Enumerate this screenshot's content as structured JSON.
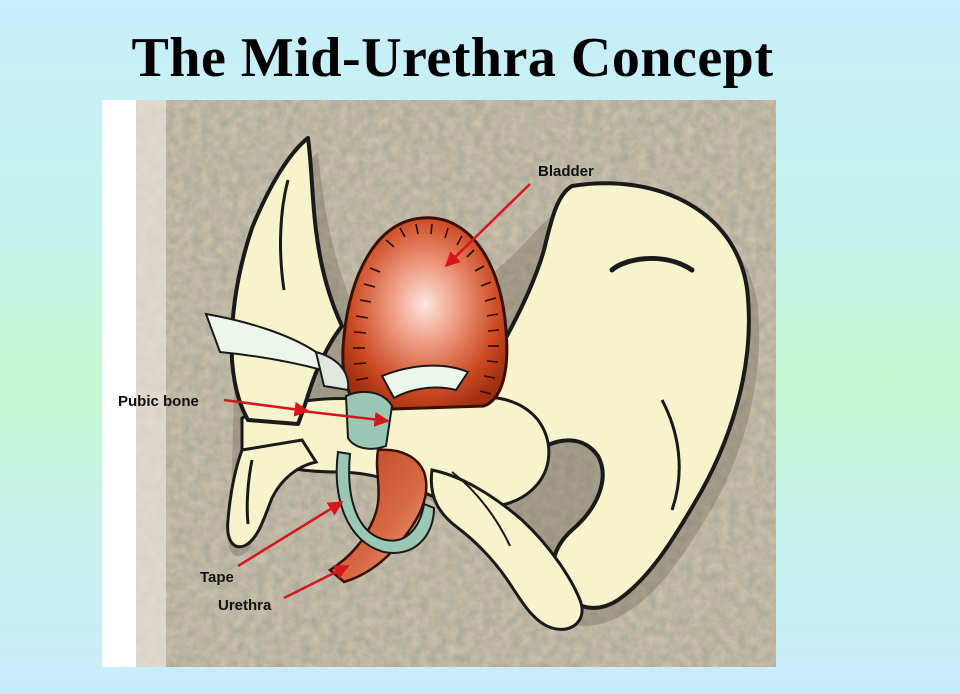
{
  "slide": {
    "title": "The Mid-Urethra Concept"
  },
  "figure": {
    "labels": {
      "bladder": "Bladder",
      "pubic_bone": "Pubic bone",
      "tape": "Tape",
      "urethra": "Urethra"
    },
    "colors": {
      "bone": "#f7f3cc",
      "bladder": "#c8401c",
      "tape": "#9bc8b4",
      "pointer_arrow": "#d8141c",
      "background_texture": "#cfc8b4"
    }
  }
}
